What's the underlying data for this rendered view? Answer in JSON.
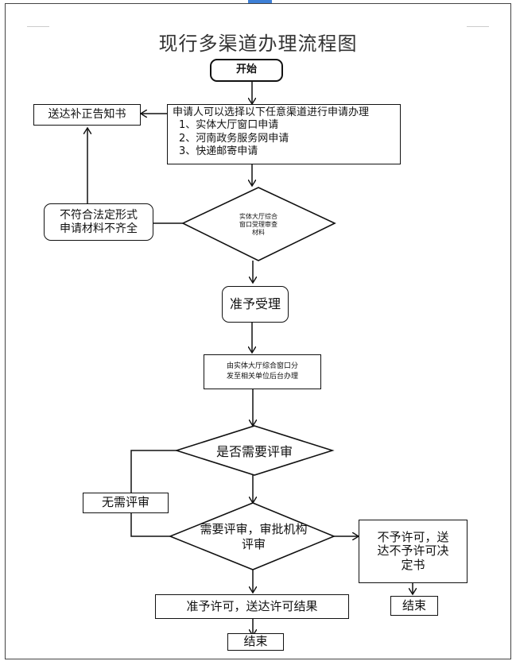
{
  "title": "现行多渠道办理流程图",
  "start": "开始",
  "channels": {
    "heading": "申请人可以选择以下任意渠道进行申请办理",
    "items": [
      "1、实体大厅窗口申请",
      "2、河南政务服务网申请",
      "3、快递邮寄申请"
    ]
  },
  "notice": "送达补正告知书",
  "review_decision": [
    "实体大厅综合",
    "窗口受理审查",
    "材料"
  ],
  "reject_note": [
    "不符合法定形式",
    "申请材料不齐全"
  ],
  "accept": "准予受理",
  "dispatch": [
    "由实体大厅综合窗口分",
    "发至相关单位后台办理"
  ],
  "need_review": "是否需要评审",
  "no_review": "无需评审",
  "review_org": [
    "需要评审，审批机构",
    "评审"
  ],
  "deny": [
    "不予许可，送",
    "达不予许可决",
    "定书"
  ],
  "end_deny": "结束",
  "grant": "准予许可，送达许可结果",
  "end_grant": "结束"
}
